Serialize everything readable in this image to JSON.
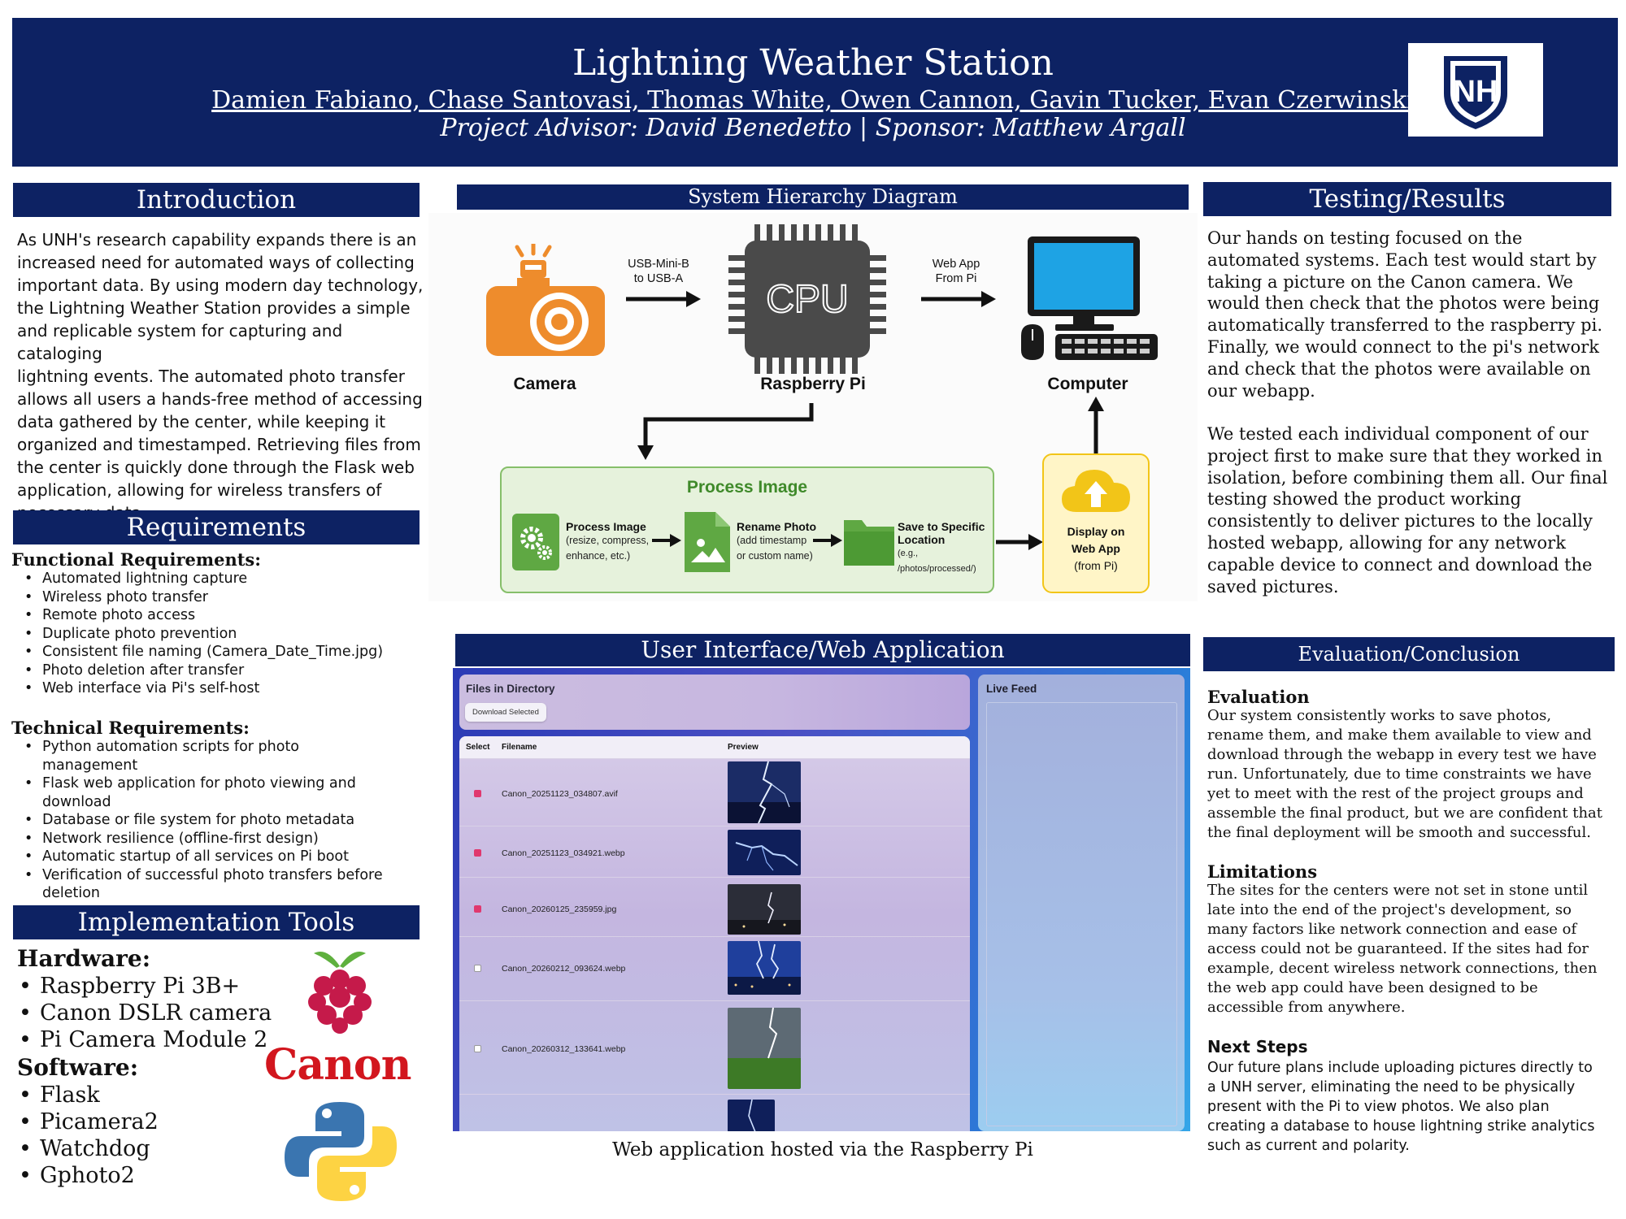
{
  "header": {
    "title": "Lightning Weather Station",
    "authors": "Damien Fabiano, Chase Santovasi, Thomas White, Owen Cannon, Gavin Tucker, Evan Czerwinski",
    "advisor": "Project Advisor: David Benedetto | Sponsor: Matthew Argall",
    "logo_text": "NH"
  },
  "introduction": {
    "heading": "Introduction",
    "lines": [
      "As UNH's research capability expands there is an",
      "increased need for automated ways of collecting",
      "important data. By using modern day technology,",
      "the Lightning Weather Station provides a simple",
      "and replicable system for capturing and cataloging",
      "lightning events. The automated photo transfer",
      "allows all users a hands-free method of accessing",
      "data gathered by the center, while keeping it",
      "organized and timestamped. Retrieving files from",
      "the center is quickly done through the Flask web",
      "application, allowing for wireless transfers of",
      "necessary data."
    ]
  },
  "requirements": {
    "heading": "Requirements",
    "functional_title": "Functional Requirements:",
    "functional": [
      "Automated lightning capture",
      "Wireless photo transfer",
      "Remote photo access",
      "Duplicate photo prevention",
      "Consistent file naming (Camera_Date_Time.jpg)",
      "Photo deletion after transfer",
      "Web interface via Pi's self-host"
    ],
    "technical_title": "Technical Requirements:",
    "technical": [
      "Python automation scripts for photo management",
      "Flask web application for photo viewing and download",
      "Database or file system for photo metadata",
      "Network resilience (offline-first design)",
      "Automatic startup of all services on Pi boot",
      "Verification of successful photo transfers before deletion"
    ]
  },
  "tools": {
    "heading": "Implementation Tools",
    "hardware_title": "Hardware:",
    "hardware": [
      "Raspberry Pi 3B+",
      "Canon DSLR camera",
      "Pi Camera Module 2"
    ],
    "software_title": "Software:",
    "software": [
      "Flask",
      "Picamera2",
      "Watchdog",
      "Gphoto2"
    ],
    "canon_logo": "Canon"
  },
  "diagram": {
    "heading": "System Hierarchy Diagram",
    "camera": "Camera",
    "cpu_text": "CPU",
    "pi": "Raspberry Pi",
    "computer": "Computer",
    "usb_label_1": "USB-Mini-B",
    "usb_label_2": "to USB-A",
    "web_label_1": "Web App",
    "web_label_2": "From Pi",
    "process_title": "Process Image",
    "steps": [
      {
        "title": "Process Image",
        "sub1": "(resize, compress,",
        "sub2": "enhance, etc.)"
      },
      {
        "title": "Rename Photo",
        "sub1": "(add timestamp",
        "sub2": "or custom name)"
      },
      {
        "title": "Save to Specific",
        "sub1": "Location",
        "sub2": "(e.g., /photos/processed/)"
      }
    ],
    "display_1": "Display on",
    "display_2": "Web App",
    "display_3": "(from Pi)",
    "colors": {
      "green_box": "#e6f2dc",
      "green_border": "#86bf6a",
      "step_green": "#5fa843",
      "yellow_box": "#fff5c7",
      "yellow_border": "#f2c518",
      "camera_orange": "#ee8c2c",
      "cpu_gray": "#4a4a4a"
    }
  },
  "webapp": {
    "heading": "User Interface/Web Application",
    "files_title": "Files in Directory",
    "download_button": "Download Selected",
    "col_select": "Select",
    "col_filename": "Filename",
    "col_preview": "Preview",
    "live_feed": "Live Feed",
    "caption": "Web application hosted via the Raspberry Pi",
    "files": [
      {
        "name": "Canon_20251123_034807.avif",
        "checked": true
      },
      {
        "name": "Canon_20251123_034921.webp",
        "checked": true
      },
      {
        "name": "Canon_20260125_235959.jpg",
        "checked": true
      },
      {
        "name": "Canon_20260212_093624.webp",
        "checked": false
      },
      {
        "name": "Canon_20260312_133641.webp",
        "checked": false
      }
    ]
  },
  "testing": {
    "heading": "Testing/Results",
    "para1": [
      "Our hands on testing focused on the",
      "automated systems. Each test would start by",
      "taking a picture on the Canon camera. We",
      "would then check that the photos were being",
      "automatically transferred to the raspberry pi.",
      "Finally, we would connect to the pi's network",
      "and check that the photos were available on",
      "our webapp."
    ],
    "para2": [
      "We tested each individual component of our",
      "project first to make sure that they worked in",
      "isolation, before combining them all. Our final",
      "testing showed the product working",
      "consistently to deliver pictures to the locally",
      "hosted webapp, allowing for any network",
      "capable device to connect and download the",
      "saved pictures."
    ]
  },
  "evaluation": {
    "heading": "Evaluation/Conclusion",
    "eval_title": "Evaluation",
    "eval_lines": [
      "Our system consistently works to save photos,",
      "rename them, and make them available to view and",
      "download through the webapp in every test we have",
      "run. Unfortunately, due to time constraints we have",
      "yet to meet with the rest of the project groups and",
      "assemble the final product, but we are confident that",
      "the final deployment will be smooth and successful."
    ],
    "limits_title": "Limitations",
    "limits_lines": [
      "The sites for the centers were not set in stone until",
      "late into the end of the project's development, so",
      "many factors like network connection and ease of",
      "access could not be guaranteed. If the sites had for",
      "example, decent wireless network connections, then",
      "the web app could have been designed to be",
      "accessible from anywhere."
    ],
    "next_title": "Next Steps",
    "next_lines": [
      "Our future plans include uploading pictures directly to",
      "a UNH server, eliminating the need to be physically",
      "present with the Pi to view photos. We also plan",
      "creating a database to house lightning strike analytics",
      "such as current and polarity."
    ]
  },
  "colors": {
    "navy": "#0d2263",
    "white": "#ffffff"
  }
}
